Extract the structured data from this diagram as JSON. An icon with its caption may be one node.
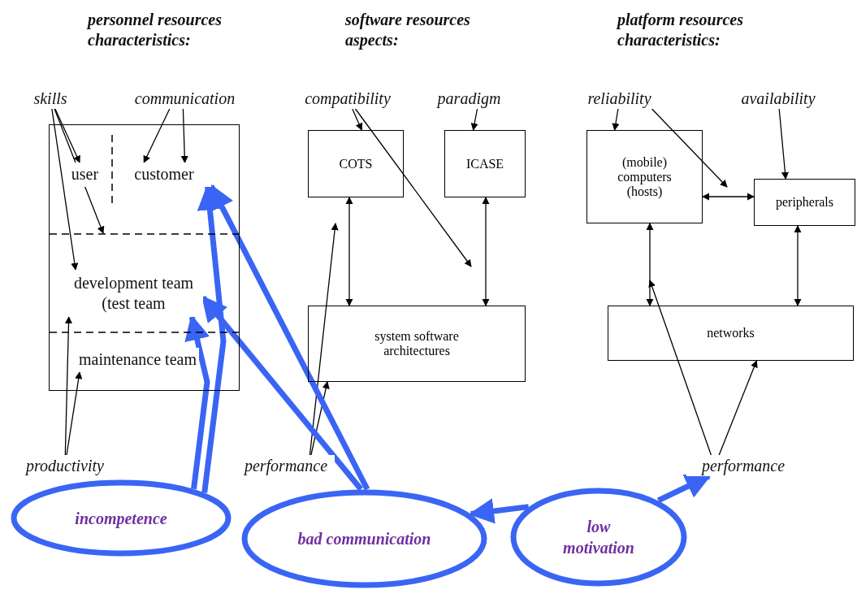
{
  "diagram": {
    "nodes": [
      {
        "text": [],
        "shape": "box"
      },
      {
        "text": [
          "user"
        ],
        "in": 0
      },
      {
        "text": [
          "customer"
        ],
        "in": 0
      },
      {
        "text": [
          "development team (test team"
        ],
        "in": 0
      },
      {
        "text": [
          "maintenance team"
        ],
        "in": 0
      },
      {
        "text": [
          "COTS"
        ]
      },
      {
        "text": [
          "ICASE"
        ]
      },
      {
        "text": [
          "system software architectures"
        ]
      },
      {
        "text": [
          "(mobile) computers (hosts)"
        ]
      },
      {
        "text": [
          "peripherals"
        ]
      },
      {
        "text": [
          "networks"
        ]
      },
      {
        "text": [
          "skills"
        ]
      },
      {
        "text": [
          "communication"
        ]
      },
      {
        "text": [
          "compatibility"
        ]
      },
      {
        "text": [
          "paradigm"
        ]
      },
      {
        "text": [
          "reliability"
        ]
      },
      {
        "text": [
          "availability"
        ]
      },
      {
        "text": [
          "productivity"
        ]
      },
      {
        "text": [
          "performance"
        ]
      },
      {
        "text": [
          "performance"
        ]
      },
      {
        "text": [
          "incompetence"
        ]
      },
      {
        "text": [
          "bad communication"
        ]
      },
      {
        "text": [
          "low motivation"
        ]
      }
    ],
    "edges": [
      {
        "from": 11,
        "to": 1,
        "arrow": "to"
      },
      {
        "from": 11,
        "to": null,
        "arrow": "to"
      },
      {
        "from": 11,
        "to": 3,
        "arrow": "to"
      },
      {
        "from": 12,
        "to": 2,
        "arrow": "to"
      },
      {
        "from": 12,
        "to": 2,
        "arrow": "to"
      },
      {
        "from": 13,
        "to": 5,
        "arrow": "to"
      },
      {
        "from": 13,
        "to": null,
        "arrow": "to"
      },
      {
        "from": 14,
        "to": 6,
        "arrow": "to"
      },
      {
        "from": 15,
        "to": 8,
        "arrow": "to"
      },
      {
        "from": 15,
        "to": null,
        "arrow": "to"
      },
      {
        "from": 16,
        "to": 9,
        "arrow": "to"
      },
      {
        "from": 5,
        "to": 7,
        "arrow": "both"
      },
      {
        "from": 6,
        "to": 7,
        "arrow": "both"
      },
      {
        "from": 8,
        "to": 9,
        "arrow": "both"
      },
      {
        "from": 8,
        "to": 10,
        "arrow": "both"
      },
      {
        "from": 9,
        "to": 10,
        "arrow": "both"
      },
      {
        "from": 17,
        "to": 3,
        "arrow": "to"
      },
      {
        "from": 17,
        "to": 4,
        "arrow": "to"
      },
      {
        "from": 18,
        "to": null,
        "arrow": "to"
      },
      {
        "from": 18,
        "to": 7,
        "arrow": "to"
      },
      {
        "from": 19,
        "to": null,
        "arrow": "to"
      },
      {
        "from": 19,
        "to": 10,
        "arrow": "to"
      },
      {
        "from": 20,
        "to": 2,
        "arrow": "to",
        "style": "thick",
        "color": "#3a65f4"
      },
      {
        "from": 20,
        "to": 3,
        "arrow": "to",
        "style": "thick",
        "color": "#3a65f4"
      },
      {
        "from": 21,
        "to": 2,
        "arrow": "to",
        "style": "thick",
        "color": "#3a65f4"
      },
      {
        "from": 21,
        "to": 3,
        "arrow": "to",
        "style": "thick",
        "color": "#3a65f4"
      },
      {
        "from": 22,
        "to": 21,
        "arrow": "to",
        "style": "thick",
        "color": "#3a65f4"
      },
      {
        "from": 22,
        "to": 19,
        "arrow": "to",
        "style": "thick",
        "color": "#3a65f4"
      }
    ],
    "labels": [
      "personnel resources characteristics:",
      "software resources aspects:",
      "platform resources characteristics:"
    ]
  }
}
